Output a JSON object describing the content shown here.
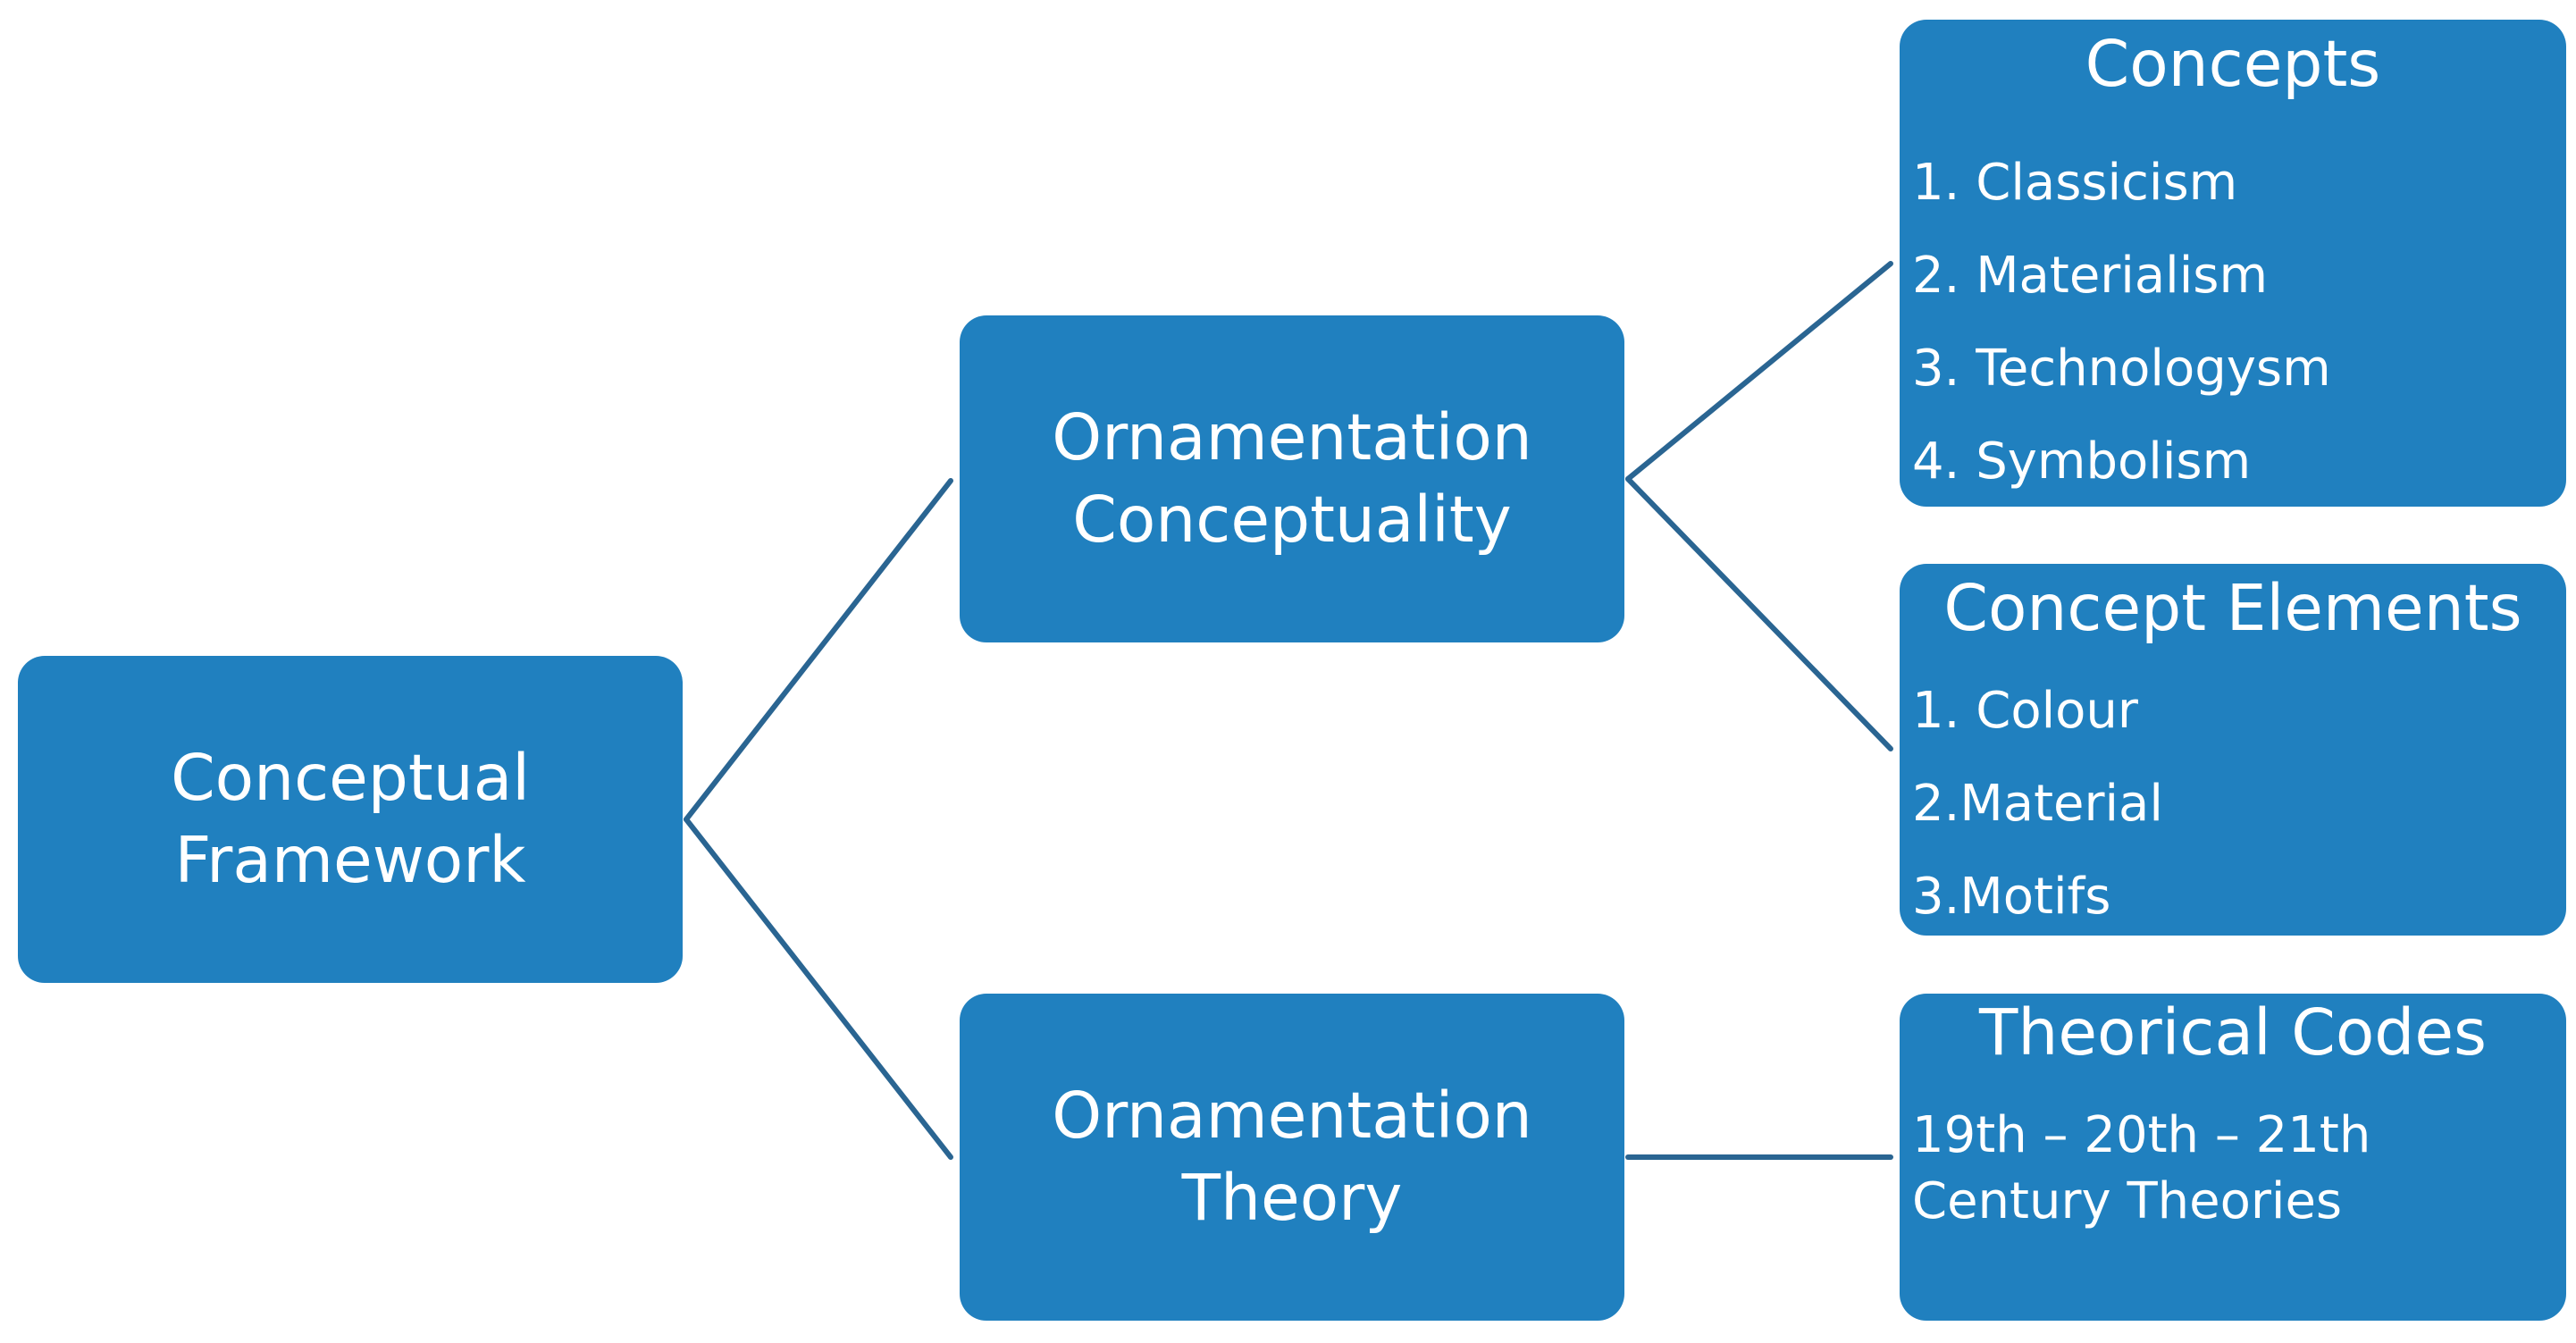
{
  "colors": {
    "box_fill": "#2080bf",
    "connector": "#2a6592",
    "text": "#ffffff"
  },
  "root": {
    "line1": "Conceptual",
    "line2": "Framework"
  },
  "conceptuality": {
    "line1": "Ornamentation",
    "line2": "Conceptuality"
  },
  "theory": {
    "line1": "Ornamentation",
    "line2": "Theory"
  },
  "concepts": {
    "title": "Concepts",
    "items": [
      "1. Classicism",
      "2. Materialism",
      "3. Technologysm",
      "4. Symbolism"
    ]
  },
  "concept_elements": {
    "title": "Concept Elements",
    "items": [
      "1. Colour",
      "2.Material",
      "3.Motifs"
    ]
  },
  "theorical_codes": {
    "title": "Theorical Codes",
    "lines": [
      "19th – 20th – 21th",
      "Century Theories"
    ]
  }
}
